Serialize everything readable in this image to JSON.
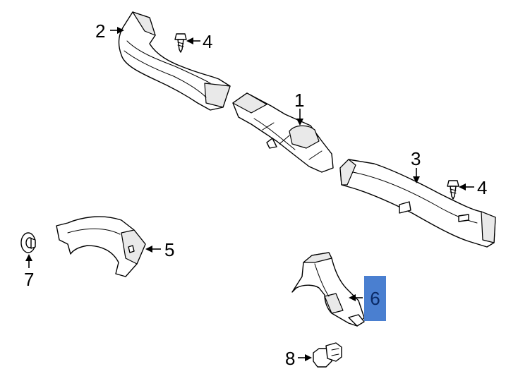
{
  "callouts": {
    "c1": "1",
    "c2": "2",
    "c3": "3",
    "c4a": "4",
    "c4b": "4",
    "c5": "5",
    "c6": "6",
    "c7": "7",
    "c8": "8"
  },
  "highlight": {
    "callout": "6",
    "color": "#4a7fd0"
  }
}
